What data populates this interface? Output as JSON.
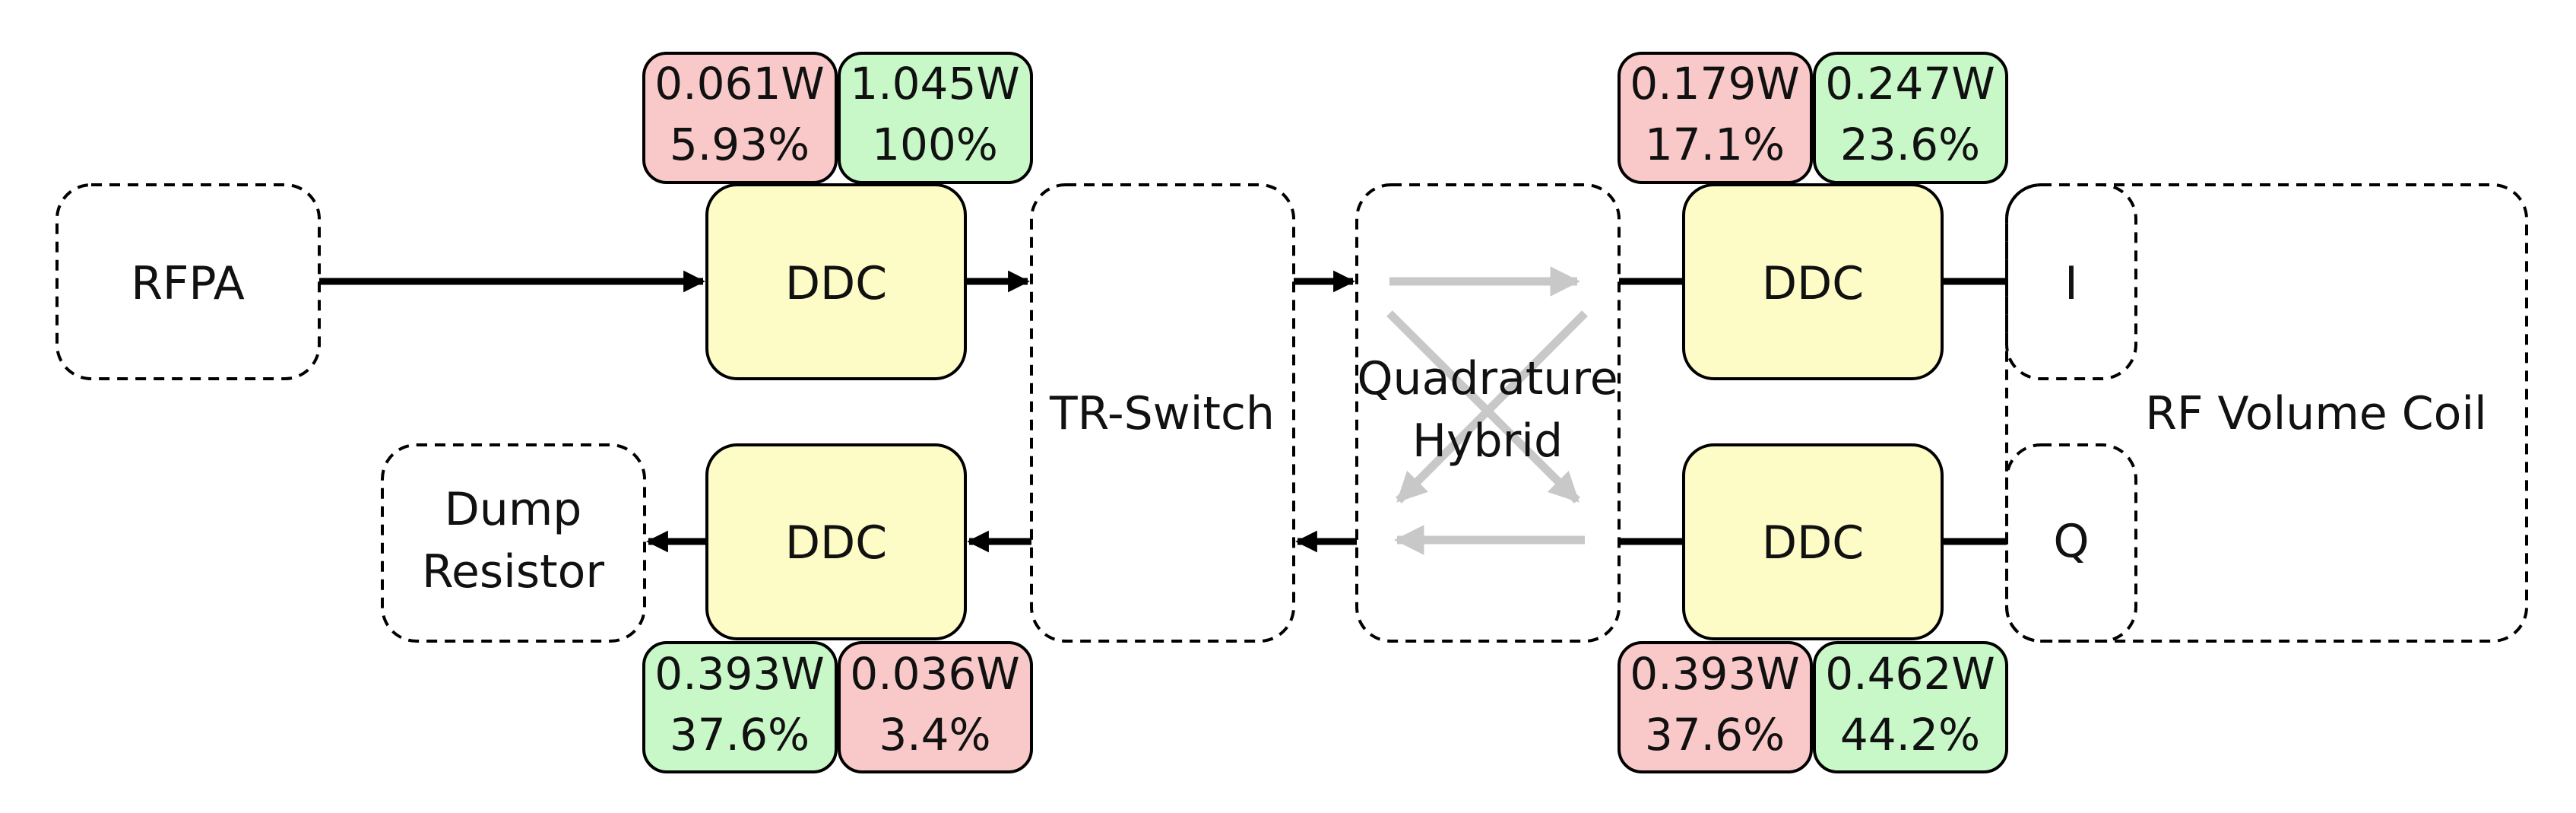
{
  "blocks": {
    "rfpa": "RFPA",
    "tr_switch": "TR-Switch",
    "hybrid_line1": "Quadrature",
    "hybrid_line2": "Hybrid",
    "dump_line1": "Dump",
    "dump_line2": "Resistor",
    "coil": "RF Volume Coil",
    "port_i": "I",
    "port_q": "Q",
    "ddc": "DDC"
  },
  "power": {
    "ddc_tx_left": {
      "watts": "0.061W",
      "percent": "5.93%"
    },
    "ddc_tx_right": {
      "watts": "1.045W",
      "percent": "100%"
    },
    "ddc_i_left": {
      "watts": "0.179W",
      "percent": "17.1%"
    },
    "ddc_i_right": {
      "watts": "0.247W",
      "percent": "23.6%"
    },
    "ddc_rx_left": {
      "watts": "0.393W",
      "percent": "37.6%"
    },
    "ddc_rx_right": {
      "watts": "0.036W",
      "percent": "3.4%"
    },
    "ddc_q_left": {
      "watts": "0.393W",
      "percent": "37.6%"
    },
    "ddc_q_right": {
      "watts": "0.462W",
      "percent": "44.2%"
    }
  },
  "colors": {
    "ddc_fill": "#fdfcc6",
    "loss_fill": "#f9c9c9",
    "forward_fill": "#c8f8c8",
    "grey_arrow": "#c8c8c8",
    "line": "#000000"
  }
}
